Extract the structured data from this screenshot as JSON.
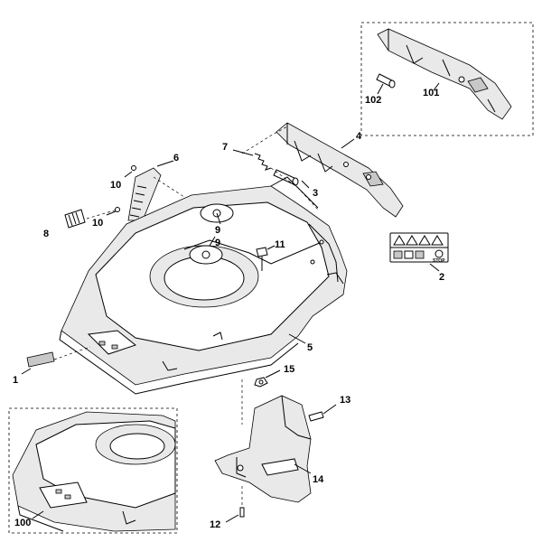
{
  "callouts": {
    "c1": "1",
    "c2": "2",
    "c3": "3",
    "c4": "4",
    "c5": "5",
    "c6": "6",
    "c7": "7",
    "c8": "8",
    "c9a": "9",
    "c9b": "9",
    "c10a": "10",
    "c10b": "10",
    "c11": "11",
    "c12": "12",
    "c13": "13",
    "c14": "14",
    "c15": "15",
    "c100": "100",
    "c101": "101",
    "c102": "102"
  },
  "label": {
    "stop": "STOP"
  }
}
